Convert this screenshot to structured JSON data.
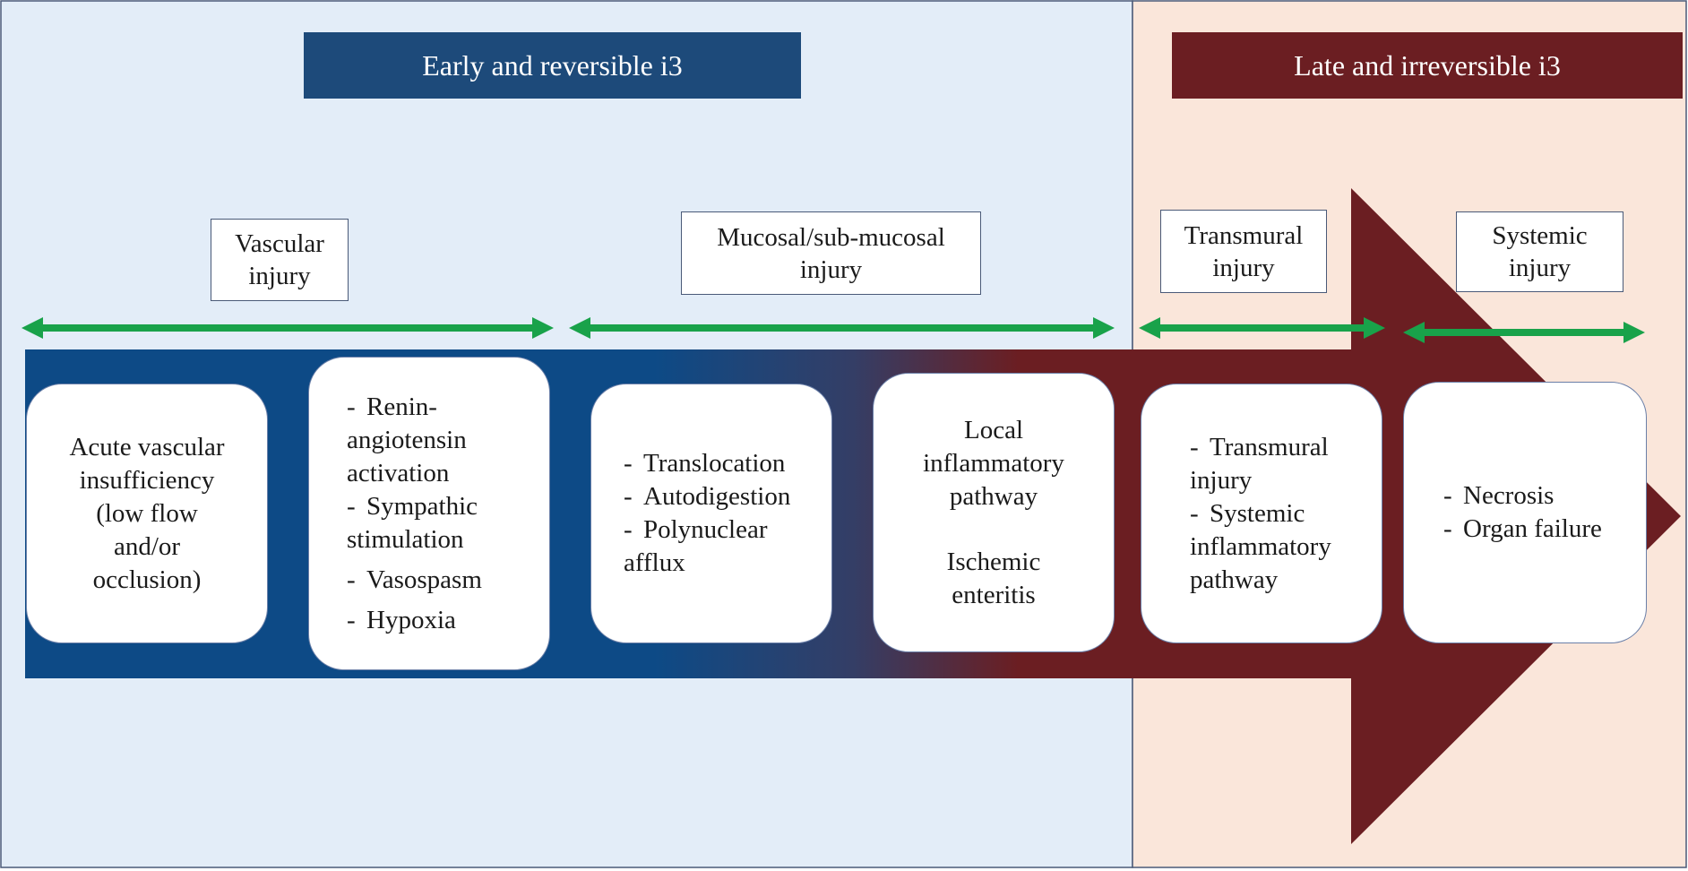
{
  "phases": {
    "early": {
      "title": "Early and reversible i3",
      "color": "#1d4a7a",
      "background": "#e3edf8"
    },
    "late": {
      "title": "Late and irreversible i3",
      "color": "#6b1e22",
      "background": "#fae6da"
    }
  },
  "colors": {
    "arrow_blue": "#0d4a86",
    "arrow_red": "#6b1e22",
    "green_arrow": "#19a24a"
  },
  "injuries": {
    "vascular": [
      "Vascular",
      "injury"
    ],
    "mucosal": [
      "Mucosal/sub-mucosal",
      "injury"
    ],
    "transmural": [
      "Transmural",
      "injury"
    ],
    "systemic": [
      "Systemic",
      "injury"
    ]
  },
  "cards": {
    "acute": [
      "Acute vascular",
      "insufficiency",
      "(low flow",
      "and/or",
      "occlusion)"
    ],
    "renin": [
      [
        "Renin-",
        "angiotensin",
        "activation"
      ],
      [
        "Sympathic",
        "stimulation"
      ],
      [
        "Vasospasm"
      ],
      [
        "Hypoxia"
      ]
    ],
    "translocation": [
      [
        "Translocation"
      ],
      [
        "Autodigestion"
      ],
      [
        "Polynuclear",
        "afflux"
      ]
    ],
    "local": {
      "first": [
        "Local",
        "inflammatory",
        "pathway"
      ],
      "second": [
        "Ischemic",
        "enteritis"
      ]
    },
    "transmural": [
      [
        "Transmural",
        "injury"
      ],
      [
        "Systemic",
        "inflammatory",
        "pathway"
      ]
    ],
    "necrosis": [
      [
        "Necrosis"
      ],
      [
        "Organ failure"
      ]
    ]
  }
}
